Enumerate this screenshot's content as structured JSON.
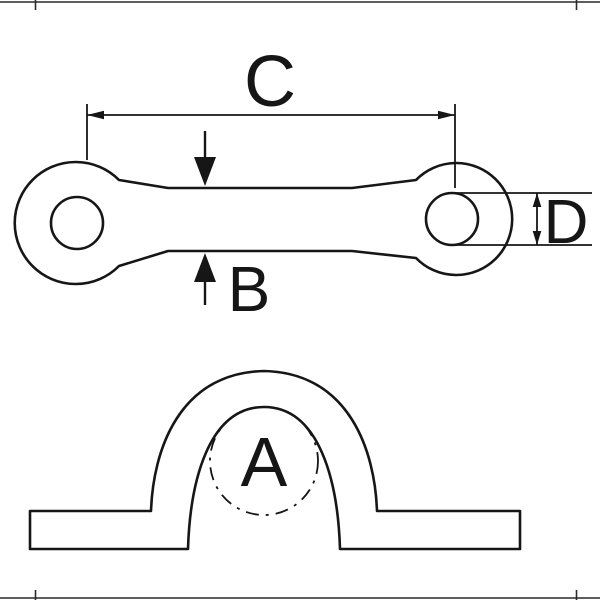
{
  "diagram": {
    "labels": {
      "A": "A",
      "B": "B",
      "C": "C",
      "D": "D"
    }
  },
  "colors": {
    "line": "#161616",
    "background": "#ffffff"
  }
}
